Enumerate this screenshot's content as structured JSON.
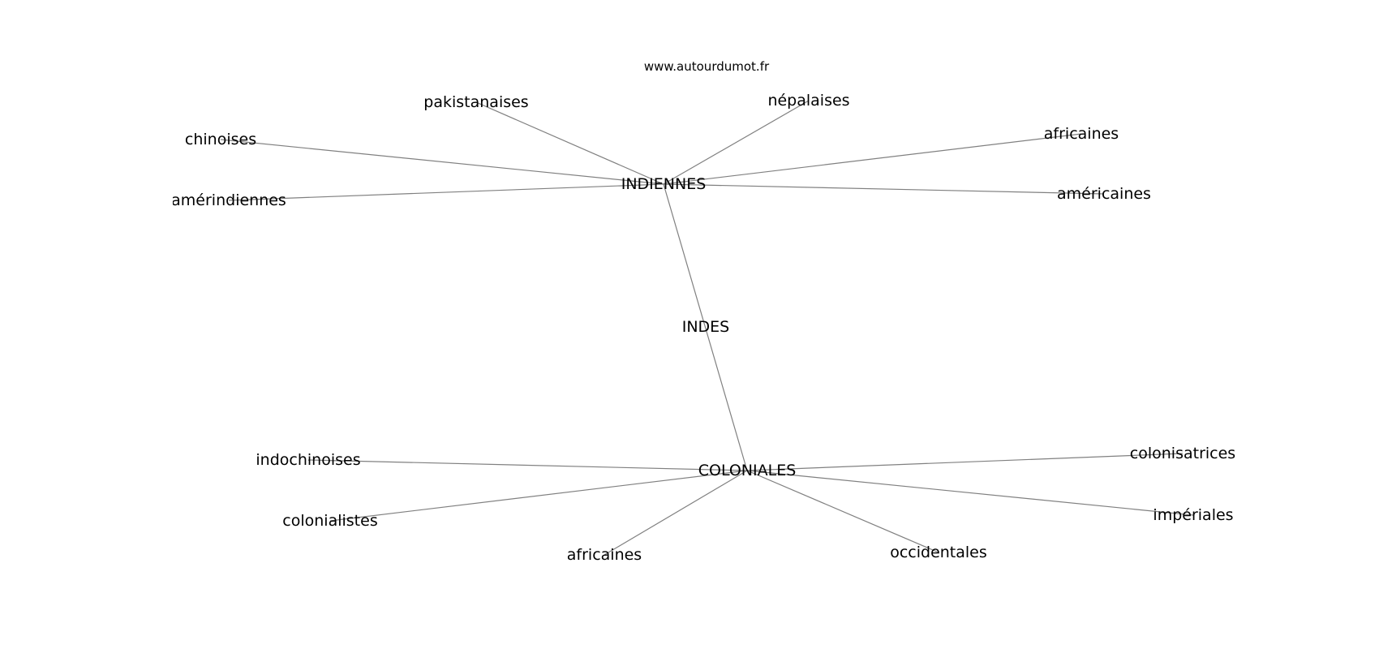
{
  "watermark": "www.autourdumot.fr",
  "graph": {
    "nodes": [
      {
        "id": "indiennes",
        "label": "INDIENNES"
      },
      {
        "id": "indes",
        "label": "INDES"
      },
      {
        "id": "coloniales",
        "label": "COLONIALES"
      },
      {
        "id": "pakistanaises",
        "label": "pakistanaises"
      },
      {
        "id": "nepalaises",
        "label": "népalaises"
      },
      {
        "id": "chinoises",
        "label": "chinoises"
      },
      {
        "id": "africaines-1",
        "label": "africaines"
      },
      {
        "id": "amerindiennes",
        "label": "amérindiennes"
      },
      {
        "id": "americaines",
        "label": "américaines"
      },
      {
        "id": "indochinoises",
        "label": "indochinoises"
      },
      {
        "id": "colonisatrices",
        "label": "colonisatrices"
      },
      {
        "id": "colonialistes",
        "label": "colonialistes"
      },
      {
        "id": "imperiales",
        "label": "impériales"
      },
      {
        "id": "africaines-2",
        "label": "africaines"
      },
      {
        "id": "occidentales",
        "label": "occidentales"
      }
    ],
    "edges": [
      [
        "indiennes",
        "pakistanaises"
      ],
      [
        "indiennes",
        "nepalaises"
      ],
      [
        "indiennes",
        "chinoises"
      ],
      [
        "indiennes",
        "africaines-1"
      ],
      [
        "indiennes",
        "amerindiennes"
      ],
      [
        "indiennes",
        "americaines"
      ],
      [
        "indiennes",
        "coloniales"
      ],
      [
        "coloniales",
        "indochinoises"
      ],
      [
        "coloniales",
        "colonisatrices"
      ],
      [
        "coloniales",
        "colonialistes"
      ],
      [
        "coloniales",
        "imperiales"
      ],
      [
        "coloniales",
        "africaines-2"
      ],
      [
        "coloniales",
        "occidentales"
      ]
    ]
  }
}
